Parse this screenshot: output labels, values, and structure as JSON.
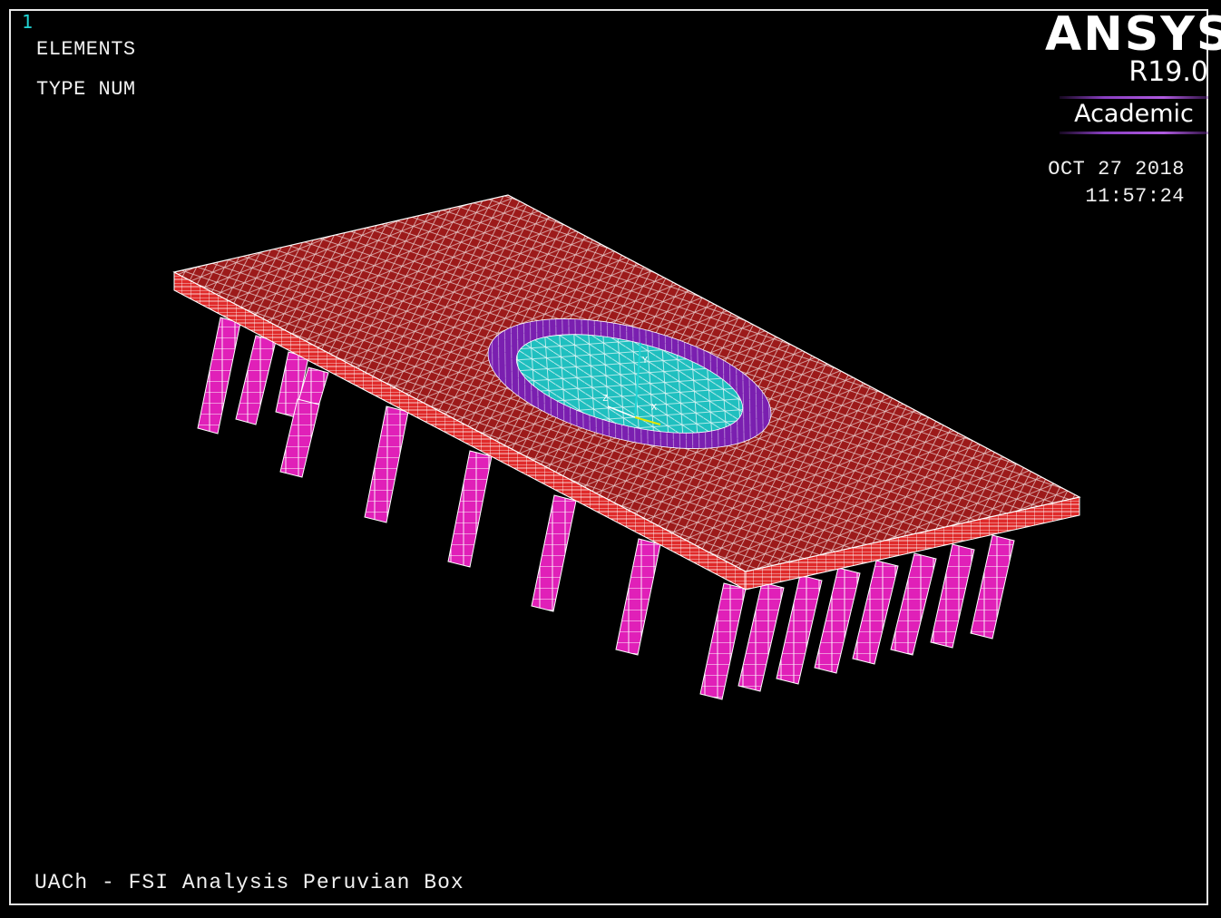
{
  "viewport": {
    "window_number": "1",
    "plot_label": "ELEMENTS",
    "numbering_label": "TYPE NUM",
    "title": "UACh - FSI Analysis Peruvian Box"
  },
  "logo": {
    "brand": "ANSYS",
    "version": "R19.0",
    "edition": "Academic"
  },
  "timestamp": {
    "date": "OCT 27 2018",
    "time": "11:57:24"
  },
  "colors": {
    "background": "#000000",
    "frame": "#e8e8e8",
    "slab": "#9c1a1a",
    "slab_edge": "#e02a2a",
    "mesh_lines": "#ffffff",
    "piles": "#e020b8",
    "fluid": "#1fbfbf",
    "fluid_ring": "#7a1fb0",
    "window_number": "#22d4d4"
  },
  "model": {
    "element_types": [
      "slab",
      "piles",
      "fluid",
      "fluid-ring"
    ],
    "triad_axes": [
      "X",
      "Y",
      "Z"
    ]
  }
}
